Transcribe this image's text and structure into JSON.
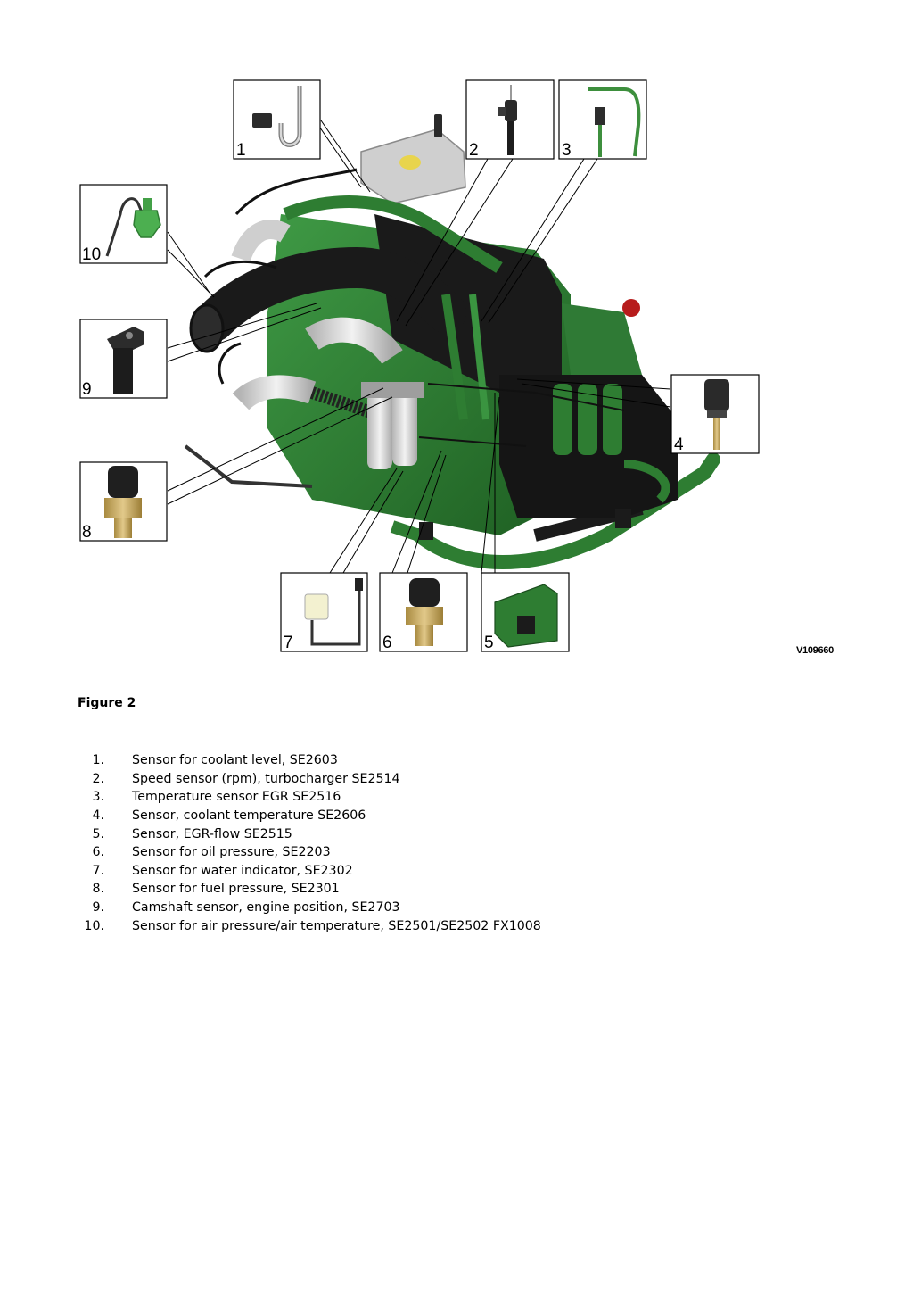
{
  "figure": {
    "image_id": "V109660",
    "callouts": [
      "1",
      "2",
      "3",
      "4",
      "5",
      "6",
      "7",
      "8",
      "9",
      "10"
    ]
  },
  "caption": "Figure 2",
  "legend": [
    {
      "num": "1.",
      "text": "Sensor for coolant level, SE2603"
    },
    {
      "num": "2.",
      "text": "Speed sensor (rpm), turbocharger SE2514"
    },
    {
      "num": "3.",
      "text": "Temperature sensor EGR SE2516"
    },
    {
      "num": "4.",
      "text": "Sensor, coolant temperature SE2606"
    },
    {
      "num": "5.",
      "text": "Sensor, EGR-flow SE2515"
    },
    {
      "num": "6.",
      "text": "Sensor for oil pressure, SE2203"
    },
    {
      "num": "7.",
      "text": "Sensor for water indicator, SE2302"
    },
    {
      "num": "8.",
      "text": "Sensor for fuel pressure, SE2301"
    },
    {
      "num": "9.",
      "text": "Camshaft sensor, engine position, SE2703"
    },
    {
      "num": "10.",
      "text": "Sensor for air pressure/air temperature, SE2501/SE2502 FX1008"
    }
  ],
  "colors": {
    "engine_green": "#2e7d32",
    "engine_dark": "#1b3a1d",
    "hose_black": "#1f1f1f",
    "filter_silver": "#d8d8d8",
    "brass": "#c9a85a"
  }
}
